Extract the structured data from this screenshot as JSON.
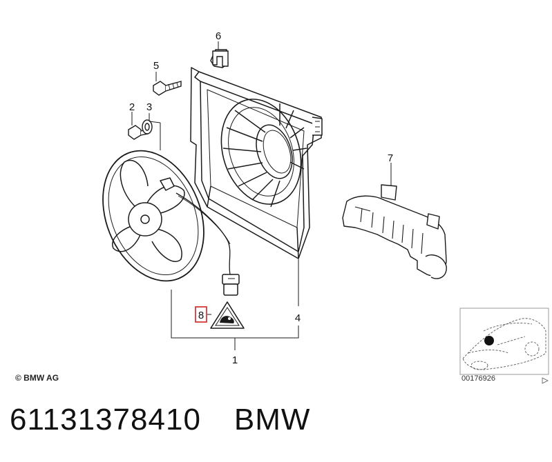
{
  "callouts": {
    "c1": "1",
    "c2": "2",
    "c3": "3",
    "c4": "4",
    "c5": "5",
    "c6": "6",
    "c7": "7",
    "c8": "8"
  },
  "copyright": "© BMW AG",
  "reference_number": "00176926",
  "part_number": "61131378410",
  "brand": "BMW",
  "colors": {
    "highlight": "#cc2222",
    "line": "#1a1a1a",
    "locator_box": "#999999"
  },
  "icons": {
    "warning_label": "fan-warning-triangle-icon",
    "car_locator": "car-location-thumbnail-icon"
  }
}
